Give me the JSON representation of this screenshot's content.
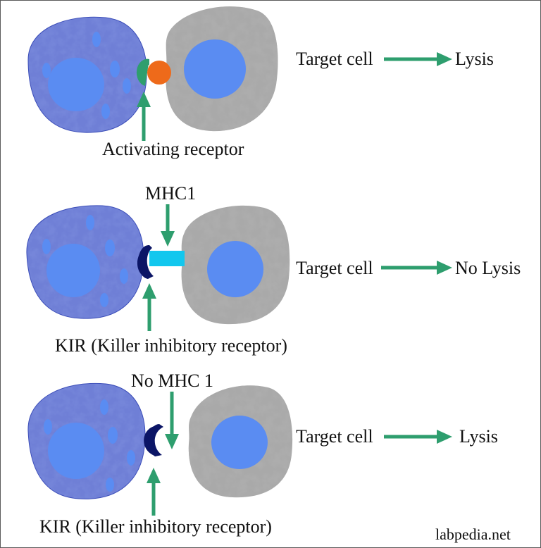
{
  "panels": [
    {
      "receptor_label": "Activating receptor",
      "ligand_label": "",
      "target_label": "Target cell",
      "outcome_label": "Lysis"
    },
    {
      "receptor_label": "KIR (Killer inhibitory receptor)",
      "ligand_label": "MHC1",
      "target_label": "Target cell",
      "outcome_label": "No Lysis"
    },
    {
      "receptor_label": "KIR (Killer inhibitory receptor)",
      "ligand_label": "No MHC 1",
      "target_label": "Target cell",
      "outcome_label": "Lysis"
    }
  ],
  "watermark": "labpedia.net",
  "colors": {
    "nk_cytoplasm": "#6f7fd6",
    "nk_texture": "#2f3fb0",
    "nucleus": "#5a8cf2",
    "target_cytoplasm": "#a9a9a9",
    "target_texture": "#7a7a7a",
    "activating_receptor": "#2e9e6e",
    "activating_ligand": "#ee6a1a",
    "mhc1": "#12c7ee",
    "kir": "#0b1566",
    "arrow": "#2e9e6e"
  }
}
